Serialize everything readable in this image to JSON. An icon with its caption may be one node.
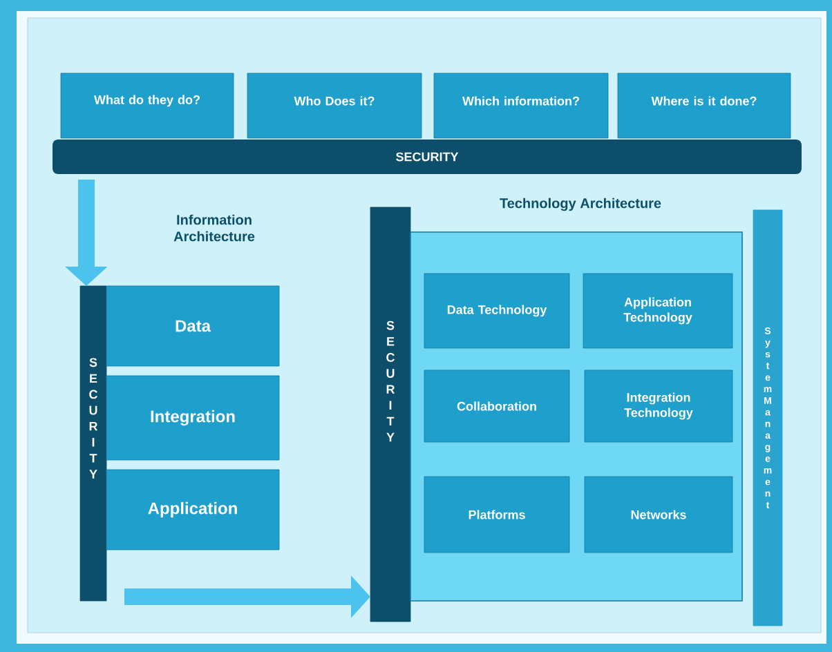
{
  "diagram": {
    "nodes": [
      {
        "text": [
          "What do they do?"
        ]
      },
      {
        "text": [
          "Who Does it?"
        ]
      },
      {
        "text": [
          "Which information?"
        ]
      },
      {
        "text": [
          "Where is it done?"
        ]
      },
      {
        "text": [
          "SECURITY"
        ]
      },
      {
        "text": [
          "SECURITY"
        ]
      },
      {
        "text": [
          "Data"
        ]
      },
      {
        "text": [
          "Integration"
        ]
      },
      {
        "text": [
          "Application"
        ]
      },
      {
        "text": [
          "SECURITY"
        ]
      },
      {
        "text": [
          "Technology Architecture"
        ]
      },
      {
        "text": [
          "Data Technology"
        ],
        "in": 10
      },
      {
        "text": [
          "Application Technology"
        ],
        "in": 10
      },
      {
        "text": [
          "Collaboration"
        ],
        "in": 10
      },
      {
        "text": [
          "Integration Technology"
        ],
        "in": 10
      },
      {
        "text": [
          "Platforms"
        ],
        "in": 10
      },
      {
        "text": [
          "Networks"
        ],
        "in": 10
      },
      {
        "text": [
          "System Management"
        ]
      }
    ],
    "edges": [
      {
        "from": 4,
        "to": 5,
        "arrow": "to"
      },
      {
        "from": 5,
        "to": 9,
        "arrow": "to"
      }
    ],
    "labels": [
      "Information Architecture"
    ]
  }
}
